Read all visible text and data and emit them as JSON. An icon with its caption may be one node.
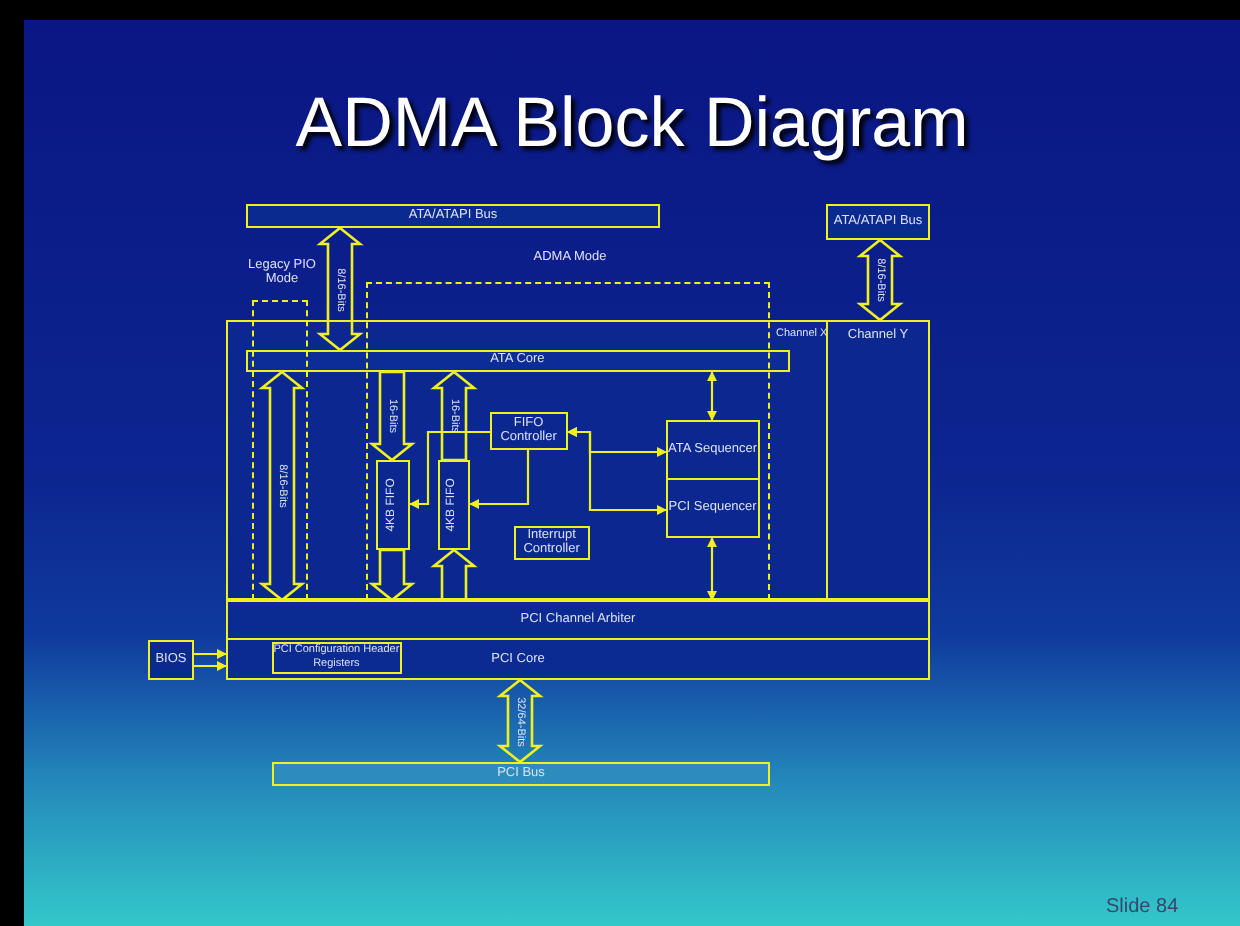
{
  "diagram": {
    "title": "ADMA Block Diagram",
    "nodes": [
      {
        "text": [
          "ATA/ATAPI Bus"
        ]
      },
      {
        "text": [
          "ATA/ATAPI Bus"
        ]
      },
      {
        "text": [
          "Legacy PIO Mode"
        ]
      },
      {
        "text": [
          "ADMA Mode"
        ]
      },
      {
        "text": [
          "Channel X"
        ]
      },
      {
        "text": [
          "Channel Y"
        ]
      },
      {
        "text": [
          "ATA Core"
        ],
        "in": 4
      },
      {
        "text": [
          "4KB FIFO"
        ],
        "in": 3
      },
      {
        "text": [
          "4KB FIFO"
        ],
        "in": 3
      },
      {
        "text": [
          "FIFO Controller"
        ],
        "in": 3
      },
      {
        "text": [
          "ATA Sequencer"
        ],
        "in": 3
      },
      {
        "text": [
          "PCI Sequencer"
        ],
        "in": 3
      },
      {
        "text": [
          "Interrupt Controller"
        ],
        "in": 3
      },
      {
        "text": [
          "PCI Channel Arbiter"
        ]
      },
      {
        "text": [
          "PCI Core"
        ]
      },
      {
        "text": [
          "PCI Configuration Header Registers"
        ],
        "in": 14
      },
      {
        "text": [
          "BIOS"
        ]
      },
      {
        "text": [
          "PCI Bus"
        ]
      }
    ],
    "edges": [
      {
        "from": 0,
        "to": 6,
        "arrow": "both",
        "label": "8/16-Bits",
        "style": "thick"
      },
      {
        "from": 1,
        "to": 5,
        "arrow": "both",
        "label": "8/16-Bits",
        "style": "thick"
      },
      {
        "from": 6,
        "to": 13,
        "arrow": "both",
        "label": "8/16-Bits",
        "style": "thick"
      },
      {
        "from": 6,
        "to": 7,
        "arrow": "to",
        "label": "16-Bits",
        "style": "thick"
      },
      {
        "from": 7,
        "to": 13,
        "arrow": "to",
        "style": "thick"
      },
      {
        "from": 8,
        "to": 6,
        "arrow": "to",
        "label": "16-Bits",
        "style": "thick"
      },
      {
        "from": 13,
        "to": 8,
        "arrow": "to",
        "style": "thick"
      },
      {
        "from": 9,
        "to": 7,
        "arrow": "to"
      },
      {
        "from": 9,
        "to": 8,
        "arrow": "to"
      },
      {
        "from": 9,
        "to": 10,
        "arrow": "both"
      },
      {
        "from": 9,
        "to": 11,
        "arrow": "both"
      },
      {
        "from": 6,
        "to": 10,
        "arrow": "both"
      },
      {
        "from": 11,
        "to": 13,
        "arrow": "both"
      },
      {
        "from": 16,
        "to": 14,
        "arrow": "to"
      },
      {
        "from": 14,
        "to": 17,
        "arrow": "both",
        "label": "32/64-Bits",
        "style": "thick"
      }
    ],
    "labels": [
      "Slide 84"
    ]
  }
}
